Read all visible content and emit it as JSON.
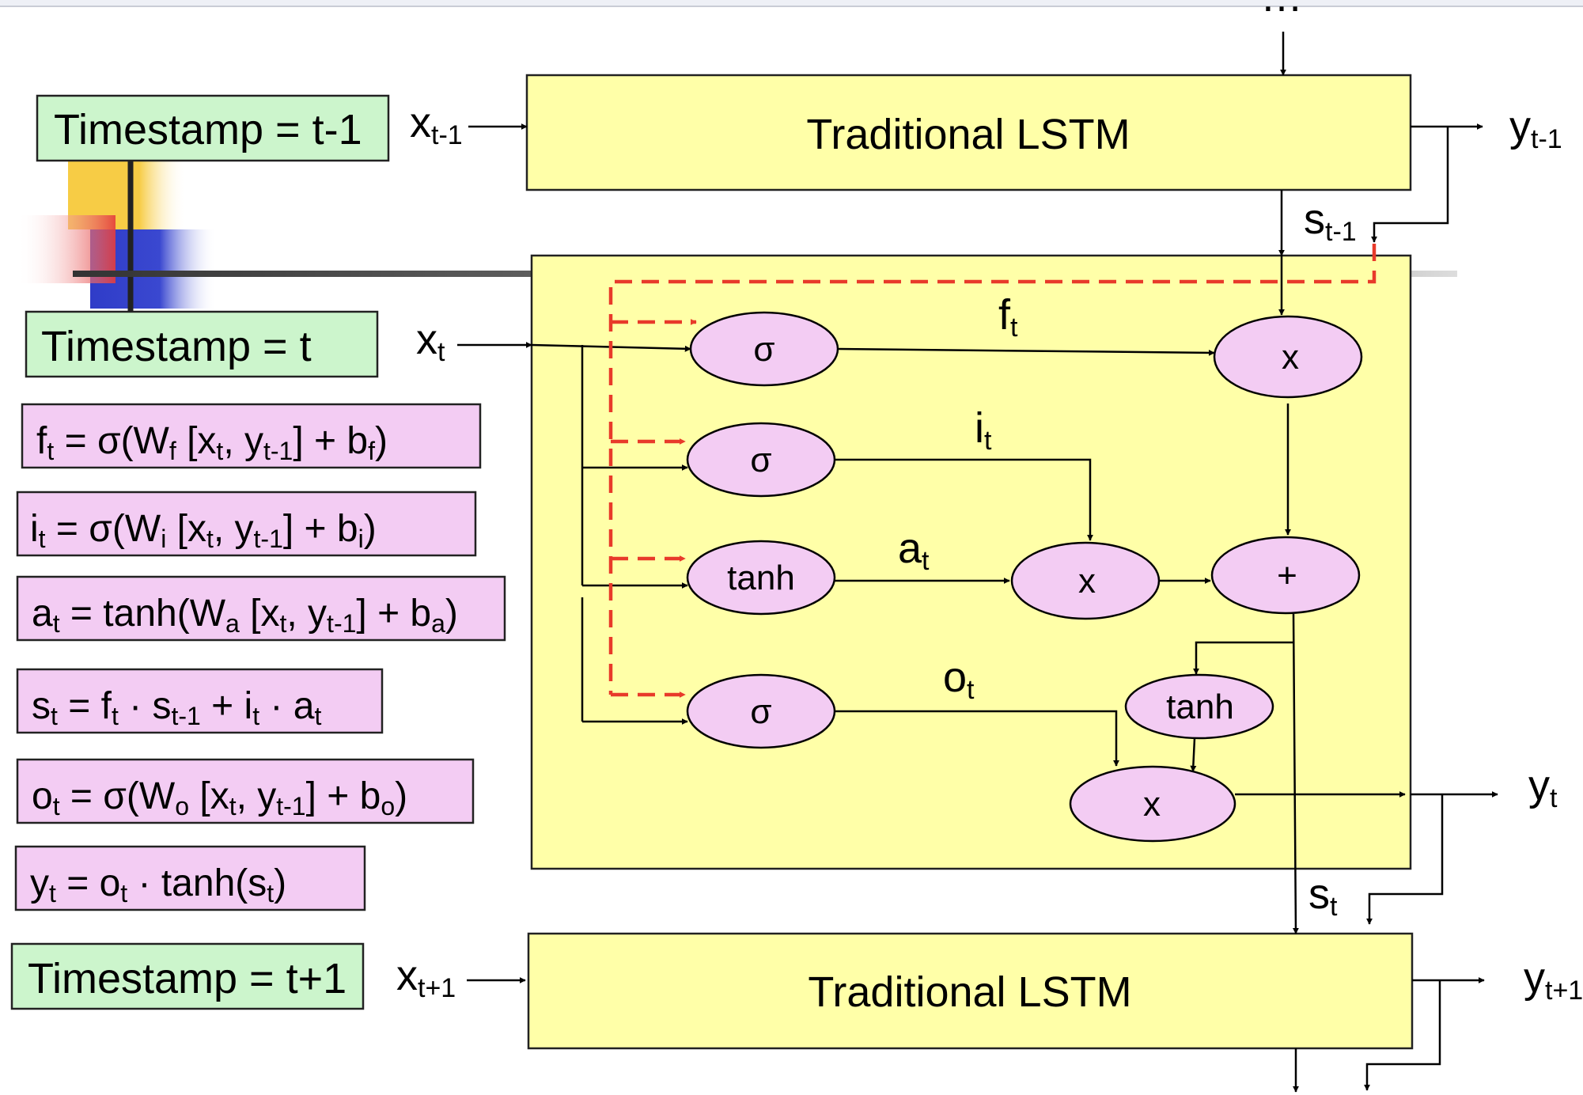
{
  "timestamps": {
    "prev": "Timestamp = t-1",
    "curr": "Timestamp = t",
    "next": "Timestamp = t+1"
  },
  "blocks": {
    "top": "Traditional LSTM",
    "bottom": "Traditional LSTM"
  },
  "top_ellipsis": "…",
  "equations": [
    {
      "parts": [
        [
          "f",
          "n"
        ],
        [
          "t",
          "s"
        ],
        [
          " = σ(W",
          "n"
        ],
        [
          "f",
          "s"
        ],
        [
          " [x",
          "n"
        ],
        [
          "t",
          "s"
        ],
        [
          ", y",
          "n"
        ],
        [
          "t-1",
          "s"
        ],
        [
          "] + b",
          "n"
        ],
        [
          "f",
          "s"
        ],
        [
          ")",
          "n"
        ]
      ]
    },
    {
      "parts": [
        [
          "i",
          "n"
        ],
        [
          "t",
          "s"
        ],
        [
          " = σ(W",
          "n"
        ],
        [
          "i",
          "s"
        ],
        [
          " [x",
          "n"
        ],
        [
          "t",
          "s"
        ],
        [
          ", y",
          "n"
        ],
        [
          "t-1",
          "s"
        ],
        [
          "] + b",
          "n"
        ],
        [
          "i",
          "s"
        ],
        [
          ")",
          "n"
        ]
      ]
    },
    {
      "parts": [
        [
          "a",
          "n"
        ],
        [
          "t",
          "s"
        ],
        [
          " = tanh(W",
          "n"
        ],
        [
          "a",
          "s"
        ],
        [
          " [x",
          "n"
        ],
        [
          "t",
          "s"
        ],
        [
          ", y",
          "n"
        ],
        [
          "t-1",
          "s"
        ],
        [
          "] + b",
          "n"
        ],
        [
          "a",
          "s"
        ],
        [
          ")",
          "n"
        ]
      ]
    },
    {
      "parts": [
        [
          "s",
          "n"
        ],
        [
          "t",
          "s"
        ],
        [
          " = f",
          "n"
        ],
        [
          "t",
          "s"
        ],
        [
          " · s",
          "n"
        ],
        [
          "t-1",
          "s"
        ],
        [
          " + i",
          "n"
        ],
        [
          "t",
          "s"
        ],
        [
          " · a",
          "n"
        ],
        [
          "t",
          "s"
        ]
      ]
    },
    {
      "parts": [
        [
          "o",
          "n"
        ],
        [
          "t",
          "s"
        ],
        [
          " = σ(W",
          "n"
        ],
        [
          "o",
          "s"
        ],
        [
          " [x",
          "n"
        ],
        [
          "t",
          "s"
        ],
        [
          ", y",
          "n"
        ],
        [
          "t-1",
          "s"
        ],
        [
          "] + b",
          "n"
        ],
        [
          "o",
          "s"
        ],
        [
          ")",
          "n"
        ]
      ]
    },
    {
      "parts": [
        [
          "y",
          "n"
        ],
        [
          "t",
          "s"
        ],
        [
          " = o",
          "n"
        ],
        [
          "t",
          "s"
        ],
        [
          " · tanh(s",
          "n"
        ],
        [
          "t",
          "s"
        ],
        [
          ")",
          "n"
        ]
      ]
    }
  ],
  "nodes": {
    "sigma_f": "σ",
    "sigma_i": "σ",
    "tanh_a": "tanh",
    "sigma_o": "σ",
    "mul_f": "x",
    "mul_i": "x",
    "add": "+",
    "tanh_s": "tanh",
    "mul_o": "x"
  },
  "labels": {
    "x_prev": {
      "base": "x",
      "sub": "t-1"
    },
    "x_curr": {
      "base": "x",
      "sub": "t"
    },
    "x_next": {
      "base": "x",
      "sub": "t+1"
    },
    "y_prev": {
      "base": "y",
      "sub": "t-1"
    },
    "y_curr": {
      "base": "y",
      "sub": "t"
    },
    "y_next": {
      "base": "y",
      "sub": "t+1"
    },
    "s_prev": {
      "base": "s",
      "sub": "t-1"
    },
    "s_curr": {
      "base": "s",
      "sub": "t"
    },
    "f_gate": {
      "base": "f",
      "sub": "t"
    },
    "i_gate": {
      "base": "i",
      "sub": "t"
    },
    "a_gate": {
      "base": "a",
      "sub": "t"
    },
    "o_gate": {
      "base": "o",
      "sub": "t"
    }
  },
  "colors": {
    "timestamp_fill": "#ccf5cc",
    "equation_fill": "#f3ccf3",
    "block_fill": "#ffffa8",
    "peephole": "#e83a2a"
  }
}
